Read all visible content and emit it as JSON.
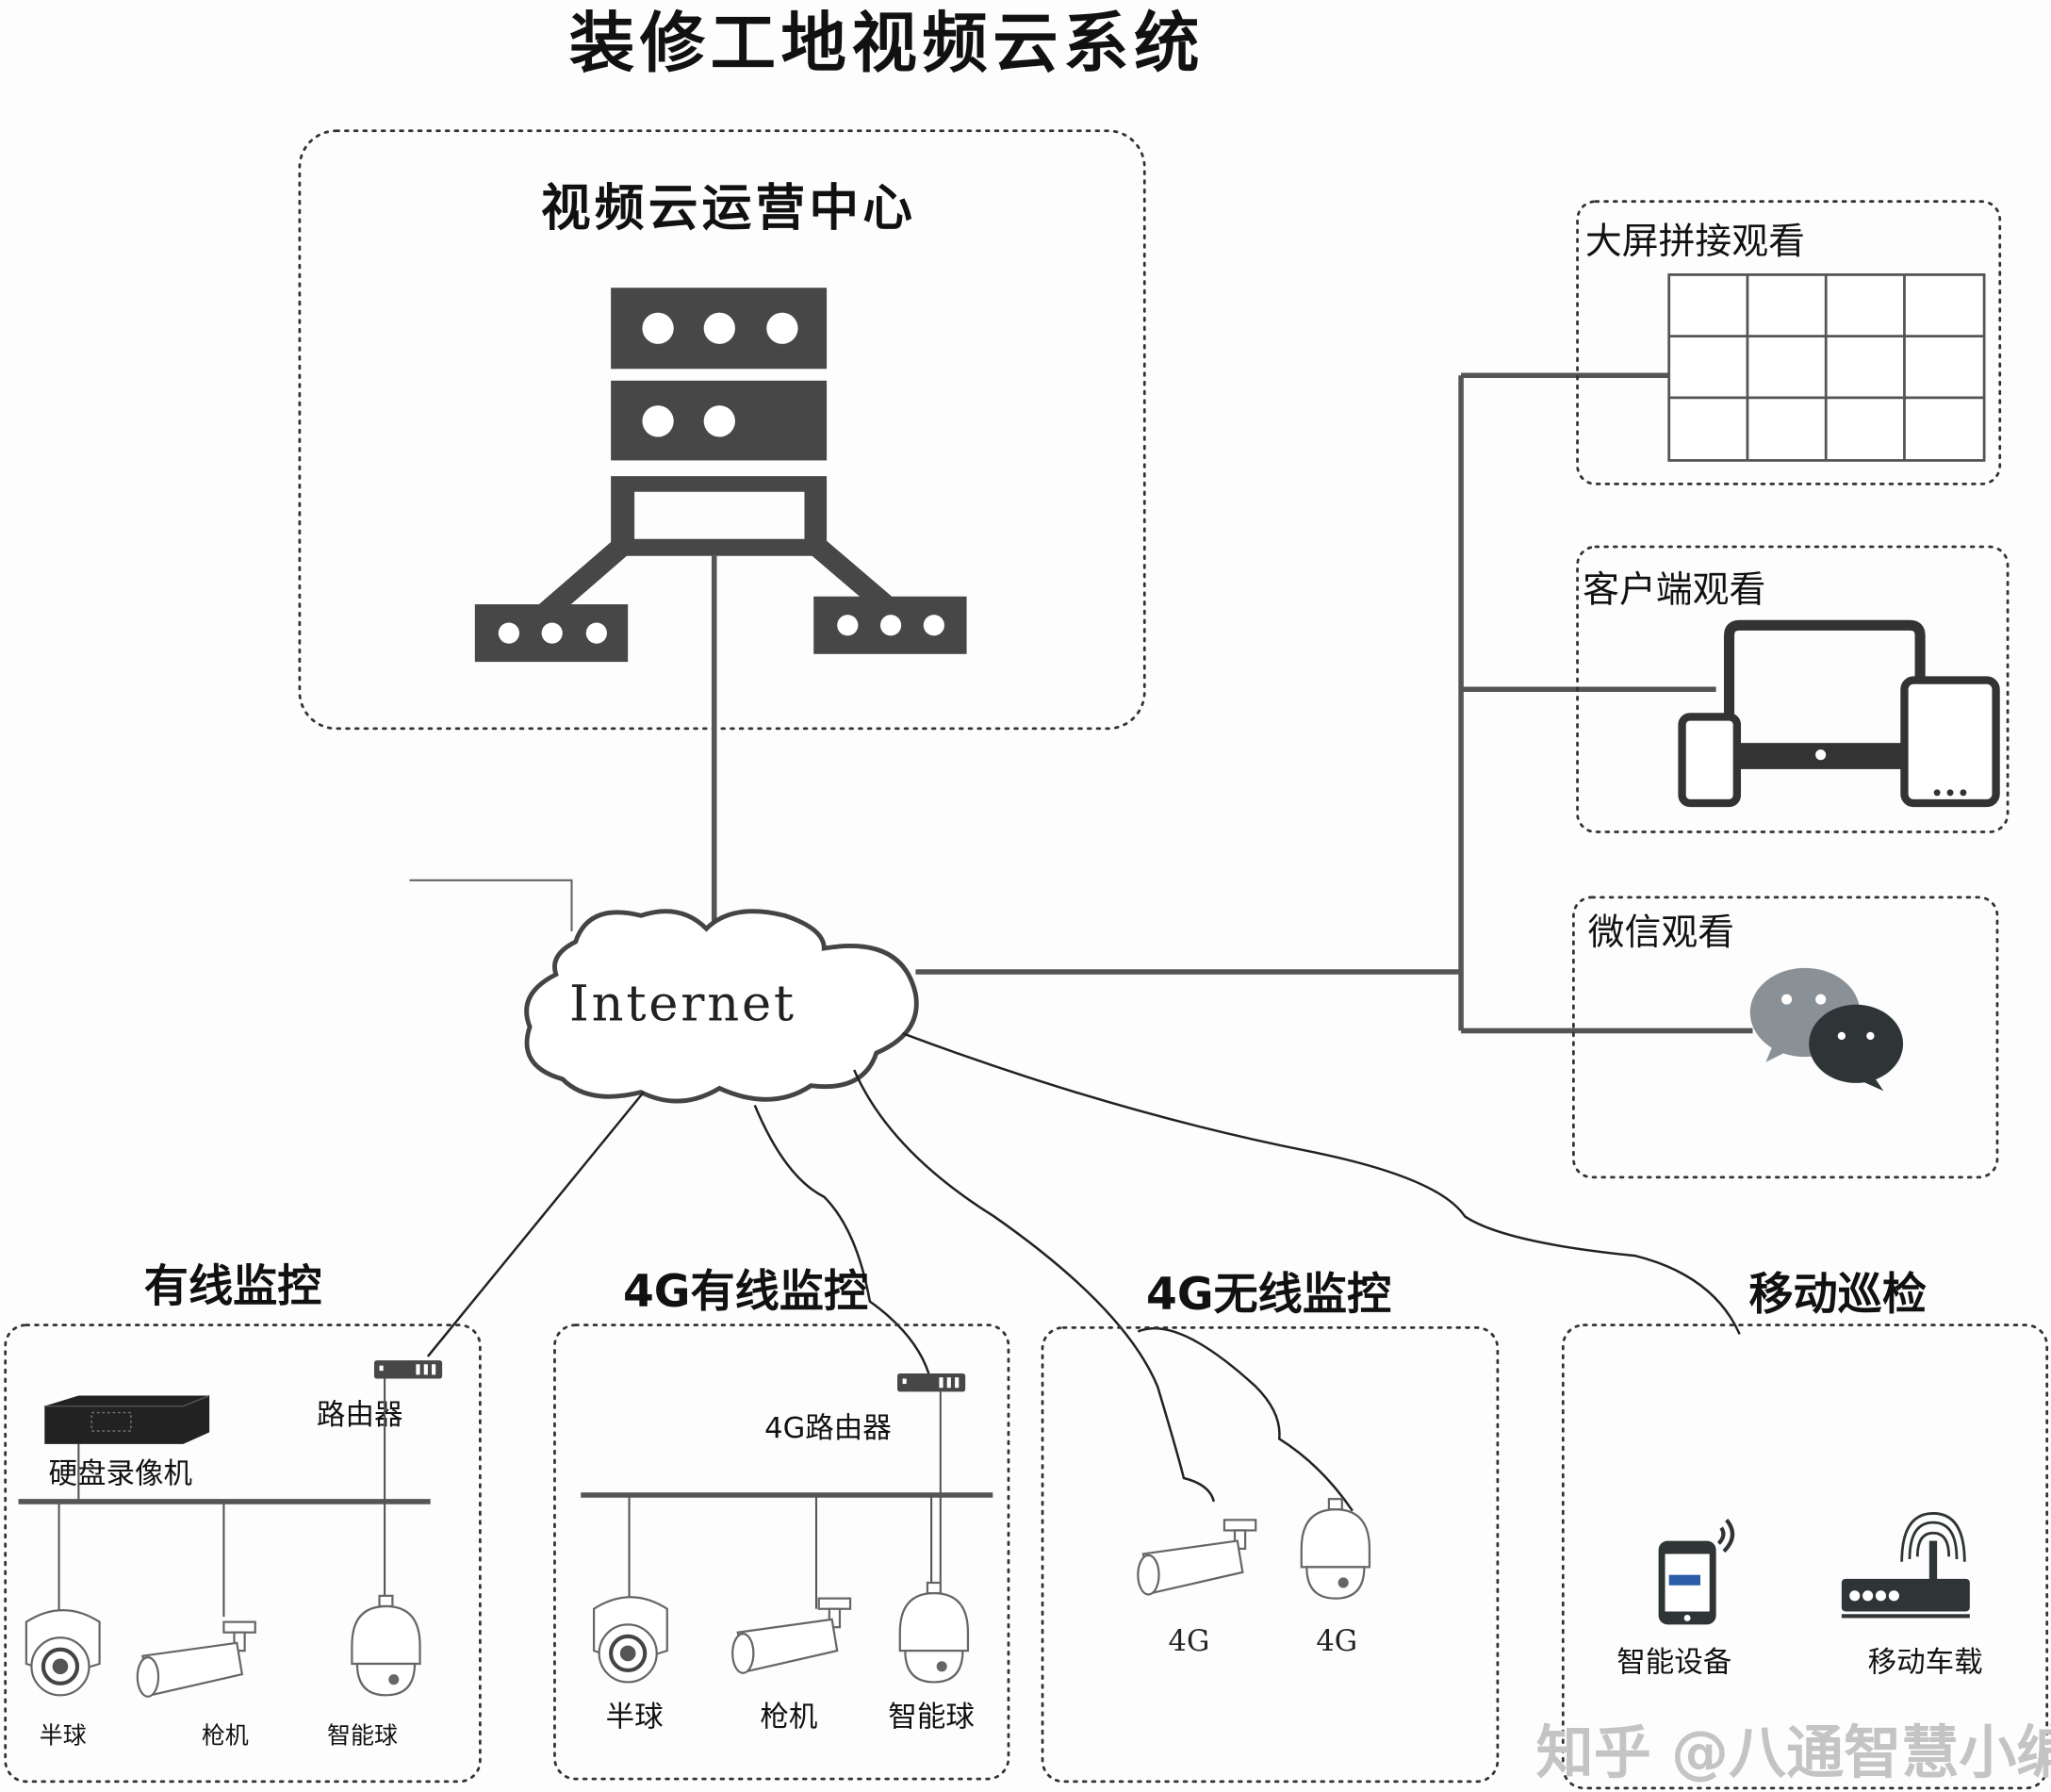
{
  "title": "装修工地视频云系统",
  "center": {
    "label": "视频云运营中心"
  },
  "internet": {
    "label": "Internet"
  },
  "viewers": [
    {
      "label": "大屏拼接观看",
      "icon": "video-wall-icon"
    },
    {
      "label": "客户端观看",
      "icon": "devices-icon"
    },
    {
      "label": "微信观看",
      "icon": "wechat-icon"
    }
  ],
  "sections": {
    "wired": {
      "title": "有线监控",
      "router": "路由器",
      "nvr": "硬盘录像机",
      "devices": [
        "半球",
        "枪机",
        "智能球"
      ]
    },
    "g4_wired": {
      "title": "4G有线监控",
      "router": "4G路由器",
      "devices": [
        "半球",
        "枪机",
        "智能球"
      ]
    },
    "g4_wireless": {
      "title": "4G无线监控",
      "devices": [
        "4G",
        "4G"
      ]
    },
    "mobile": {
      "title": "移动巡检",
      "devices": [
        "智能设备",
        "移动车载"
      ]
    }
  },
  "watermark": "知乎 @八通智慧小编",
  "colors": {
    "device": "#474747",
    "line": "#555555"
  }
}
